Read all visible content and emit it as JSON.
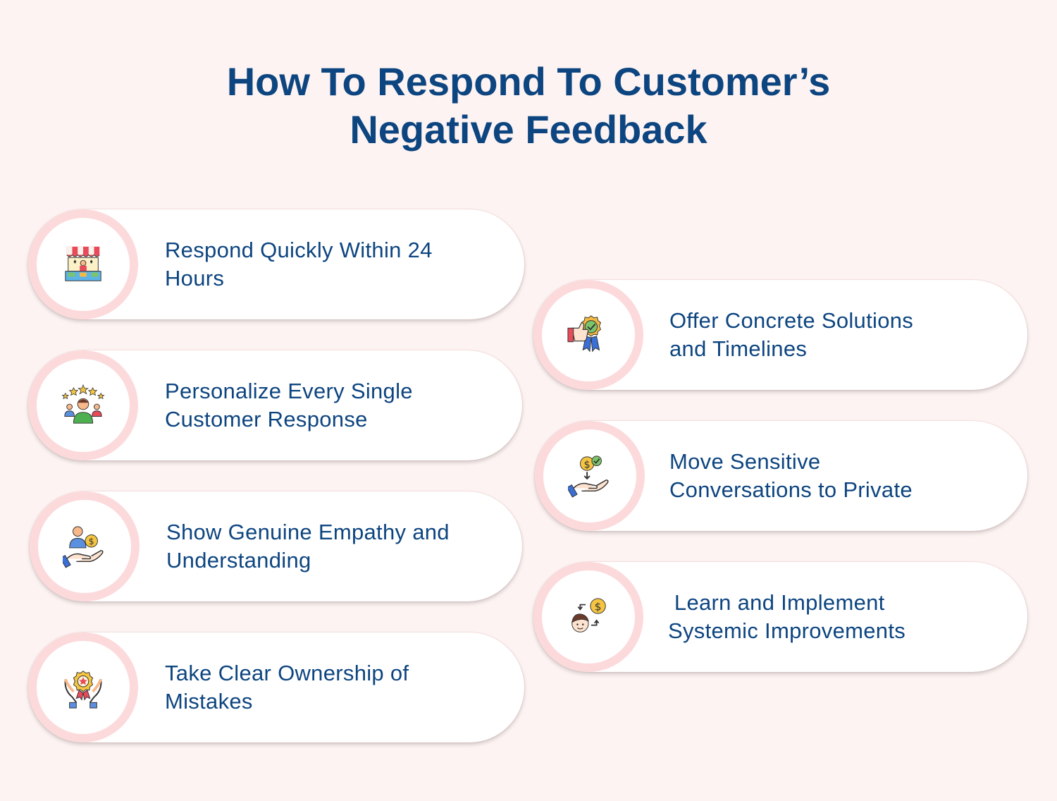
{
  "title": {
    "line1": "How To Respond To Customer’s",
    "line2": "Negative Feedback"
  },
  "left_items": [
    {
      "line1": "Respond Quickly Within 24",
      "line2": "Hours",
      "icon": "market-stall-icon"
    },
    {
      "line1": "Personalize Every Single",
      "line2": "Customer Response",
      "icon": "customer-stars-icon"
    },
    {
      "line1": "Show Genuine Empathy and",
      "line2": "Understanding",
      "icon": "hand-person-coin-icon"
    },
    {
      "line1": "Take Clear Ownership of",
      "line2": "Mistakes",
      "icon": "hands-award-badge-icon"
    }
  ],
  "right_items": [
    {
      "line1": "Offer Concrete Solutions",
      "line2": "and Timelines",
      "icon": "thumbs-up-badge-icon"
    },
    {
      "line1": "Move Sensitive",
      "line2": "Conversations to Private",
      "icon": "hand-coin-check-icon"
    },
    {
      "line1": " Learn and Implement",
      "line2": "Systemic Improvements",
      "icon": "person-coin-exchange-icon"
    }
  ],
  "colors": {
    "background": "#fdf3f2",
    "text": "#0d4580",
    "badge_ring": "#fcdadb"
  }
}
